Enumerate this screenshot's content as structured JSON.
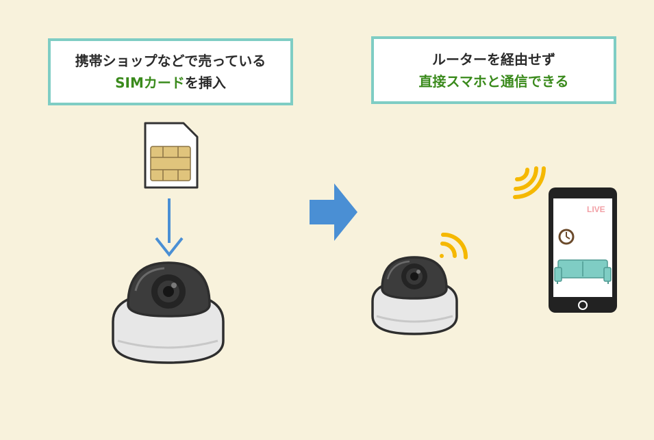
{
  "left_callout": {
    "line1": "携帯ショップなどで売っている",
    "line2_highlight": "SIMカード",
    "line2_rest": "を挿入"
  },
  "right_callout": {
    "line1": "ルーターを経由せず",
    "line2_highlight": "直接スマホと通信できる"
  },
  "phone": {
    "live_label": "LIVE"
  },
  "colors": {
    "background": "#f8f2dc",
    "callout_border": "#7fcdc4",
    "highlight_text": "#3a8a1c",
    "arrow_blue": "#4a8fd4",
    "wifi_yellow": "#f5b800",
    "sofa": "#7fcdc4",
    "live_badge": "#f2a0a6"
  }
}
